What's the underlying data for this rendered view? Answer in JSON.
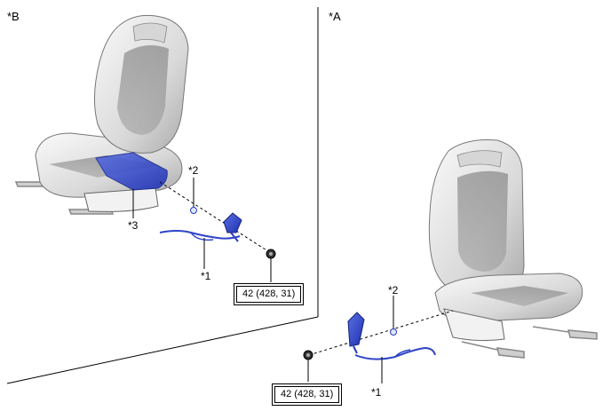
{
  "views": {
    "B": {
      "tag": "*B"
    },
    "A": {
      "tag": "*A"
    }
  },
  "callouts": {
    "B": {
      "c1": "*1",
      "c2": "*2",
      "c3": "*3",
      "torque": "42 (428, 31)"
    },
    "A": {
      "c1": "*1",
      "c2": "*2",
      "torque": "42 (428, 31)"
    }
  },
  "colors": {
    "highlight_part": "#2f44c8",
    "seat_light": "#ececec",
    "seat_dark": "#9a9a9a",
    "line": "#000000"
  }
}
